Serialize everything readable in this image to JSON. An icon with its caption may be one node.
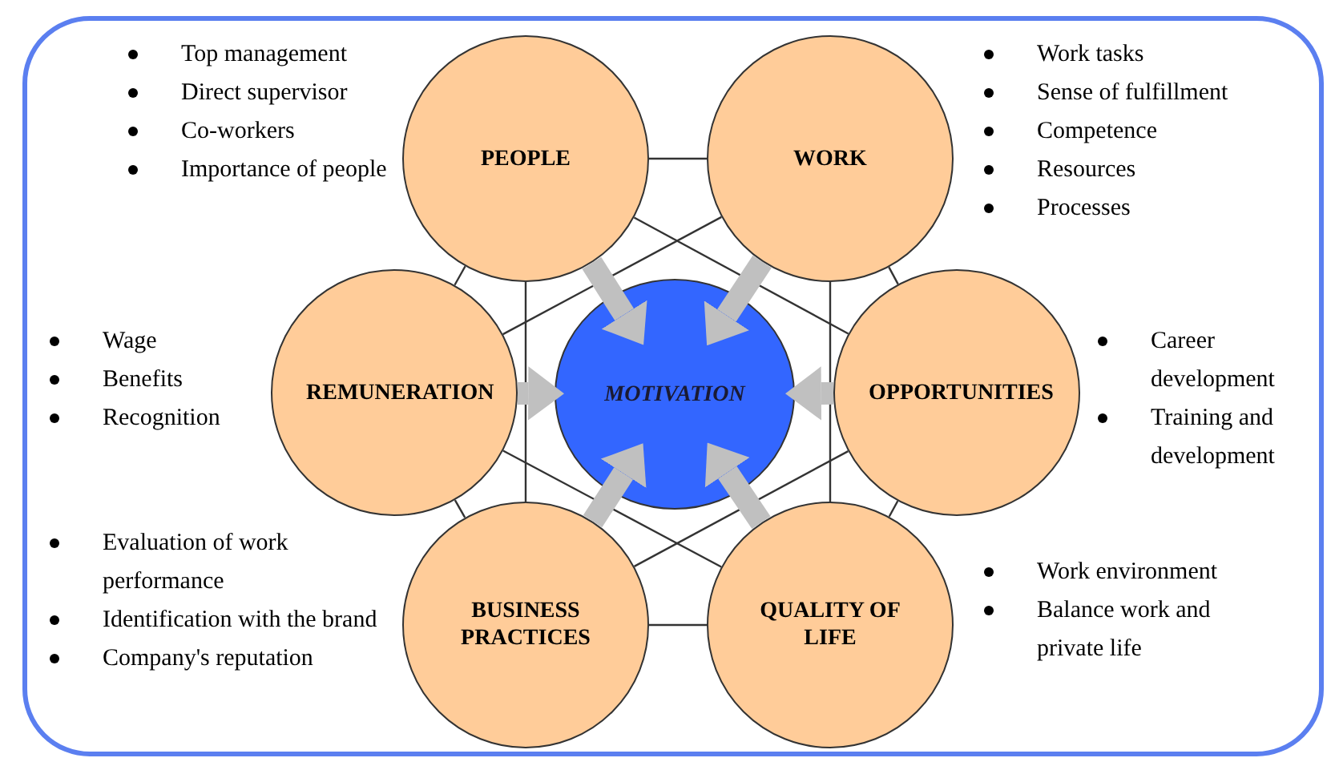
{
  "diagram": {
    "nodes": [
      {
        "text": [
          "PEOPLE"
        ],
        "beside": [
          "Top management",
          "Direct supervisor",
          "Co-workers",
          "Importance of people"
        ]
      },
      {
        "text": [
          "WORK"
        ],
        "beside": [
          "Work tasks",
          "Sense of fulfillment",
          "Competence",
          "Resources",
          "Processes"
        ]
      },
      {
        "text": [
          "REMUNERATION"
        ],
        "beside": [
          "Wage",
          "Benefits",
          "Recognition"
        ]
      },
      {
        "text": [
          "MOTIVATION"
        ]
      },
      {
        "text": [
          "OPPORTUNITIES"
        ],
        "beside": [
          "Career development",
          "Training and development"
        ]
      },
      {
        "text": [
          "BUSINESS PRACTICES"
        ],
        "beside": [
          "Evaluation of work performance",
          "Identification with the brand",
          "Company's reputation"
        ]
      },
      {
        "text": [
          "QUALITY OF LIFE"
        ],
        "beside": [
          "Work environment",
          "Balance work and private life"
        ]
      }
    ],
    "edges": [
      {
        "from": 0,
        "to": 1,
        "arrow": "none"
      },
      {
        "from": 1,
        "to": 4,
        "arrow": "none"
      },
      {
        "from": 4,
        "to": 6,
        "arrow": "none"
      },
      {
        "from": 6,
        "to": 5,
        "arrow": "none"
      },
      {
        "from": 5,
        "to": 2,
        "arrow": "none"
      },
      {
        "from": 2,
        "to": 0,
        "arrow": "none"
      },
      {
        "from": 0,
        "to": 5,
        "arrow": "none"
      },
      {
        "from": 1,
        "to": 6,
        "arrow": "none"
      },
      {
        "from": 0,
        "to": 4,
        "arrow": "none"
      },
      {
        "from": 1,
        "to": 2,
        "arrow": "none"
      },
      {
        "from": 2,
        "to": 6,
        "arrow": "none"
      },
      {
        "from": 4,
        "to": 5,
        "arrow": "none"
      },
      {
        "from": 0,
        "to": 3,
        "arrow": "to",
        "style": "thick",
        "color": "#c0c0c0"
      },
      {
        "from": 1,
        "to": 3,
        "arrow": "to",
        "style": "thick",
        "color": "#c0c0c0"
      },
      {
        "from": 2,
        "to": 3,
        "arrow": "to",
        "style": "thick",
        "color": "#c0c0c0"
      },
      {
        "from": 4,
        "to": 3,
        "arrow": "to",
        "style": "thick",
        "color": "#c0c0c0"
      },
      {
        "from": 5,
        "to": 3,
        "arrow": "to",
        "style": "thick",
        "color": "#c0c0c0"
      },
      {
        "from": 6,
        "to": 3,
        "arrow": "to",
        "style": "thick",
        "color": "#c0c0c0"
      }
    ]
  }
}
